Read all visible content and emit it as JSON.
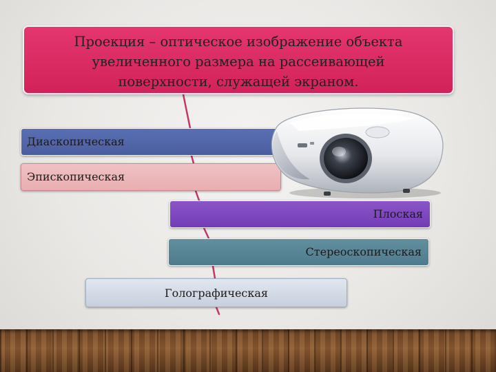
{
  "definition": {
    "line1": "Проекция – оптическое изображение объекта",
    "line2": "увеличенного размера на рассеивающей",
    "line3": "поверхности, служащей экраном."
  },
  "types": [
    {
      "label": "Диаскопическая"
    },
    {
      "label": "Эпископическая"
    },
    {
      "label": "Плоская"
    },
    {
      "label": "Стереоскопическая"
    },
    {
      "label": "Голографическая"
    }
  ],
  "colors": {
    "definition_box": "#dc2c64",
    "diascopic": "#5266a8",
    "episcopic": "#ecb8ba",
    "flat": "#7f48bf",
    "stereoscopic": "#588695",
    "holographic": "#d3dbe5",
    "thread": "#c23768"
  }
}
